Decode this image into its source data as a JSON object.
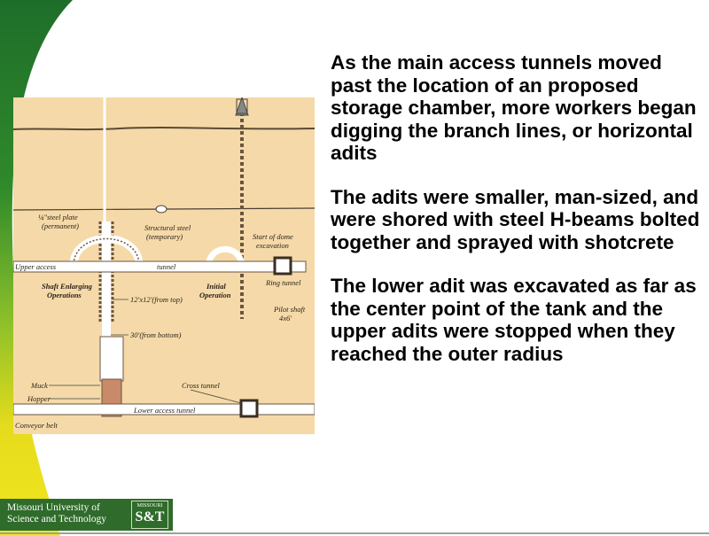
{
  "paragraphs": [
    "As the main access tunnels moved past the location of an proposed storage chamber, more workers began digging the branch lines, or horizontal adits",
    "The adits were smaller, man-sized, and were shored with steel H-beams bolted together and sprayed with shotcrete",
    "The lower adit was excavated as far as  the center point of the tank and the upper adits were stopped when they reached the outer radius"
  ],
  "diagram": {
    "labels": {
      "steel_plate": [
        "¼\"steel plate",
        "(permanent)"
      ],
      "structural_steel": [
        "Structural steel",
        "(temporary)"
      ],
      "dome": [
        "Start of dome",
        "excavation"
      ],
      "upper_access": "Upper access",
      "tunnel": "tunnel",
      "shaft_enlarging": [
        "Shaft Enlarging",
        "Operations"
      ],
      "initial_operation": [
        "Initial",
        "Operation"
      ],
      "ring_tunnel": "Ring tunnel",
      "from_top": "12'x12'(from top)",
      "pilot_shaft": [
        "Pilot shaft",
        "4x6'"
      ],
      "from_bottom": "30'(from bottom)",
      "muck": "Muck",
      "hopper": "Hopper",
      "cross_tunnel": "Cross tunnel",
      "lower_access": "Lower access tunnel",
      "conveyor": "Conveyor belt"
    }
  },
  "footer": {
    "university": [
      "Missouri University of",
      "Science and Technology"
    ],
    "logo_top": "MISSOURI",
    "logo_text": "S&T"
  },
  "colors": {
    "green_band": "#2f7d28",
    "yellow_band": "#e8dc20",
    "figure_bg": "#f5d9a8"
  }
}
